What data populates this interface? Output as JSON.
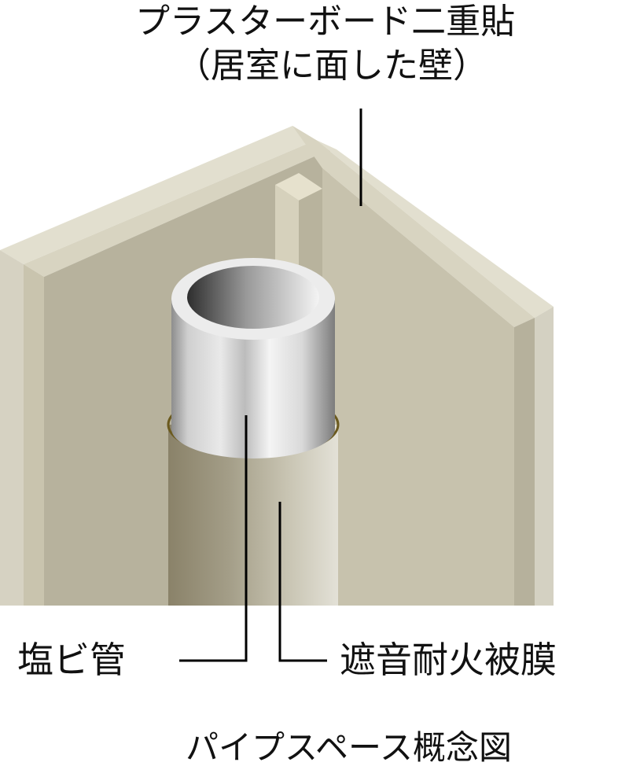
{
  "diagram": {
    "title": "パイプスペース概念図",
    "callouts": {
      "plasterboard": {
        "line1": "プラスターボード二重貼",
        "line2": "（居室に面した壁）"
      },
      "pvc_pipe": "塩ビ管",
      "fire_film": "遮音耐火被膜"
    },
    "components": [
      {
        "id": "left-wall",
        "description": "Double-layer plasterboard wall (left)"
      },
      {
        "id": "right-wall",
        "description": "Double-layer plasterboard wall (right)"
      },
      {
        "id": "corner-stud",
        "description": "Corner stud"
      },
      {
        "id": "pvc-pipe",
        "description": "PVC pipe"
      },
      {
        "id": "fireproof-wrap",
        "description": "Sound-insulating fireproof coating around pipe"
      }
    ],
    "colors": {
      "board_light": "#e2dfcf",
      "board_mid": "#d3cfbd",
      "wall_face": "#c7c2ad",
      "wall_shadow": "#b6b19c",
      "pipe_white": "#f2f2f2",
      "pipe_dark": "#3a3a3a",
      "coating_ring": "#6b5a1e",
      "leader_line": "#000000"
    }
  }
}
